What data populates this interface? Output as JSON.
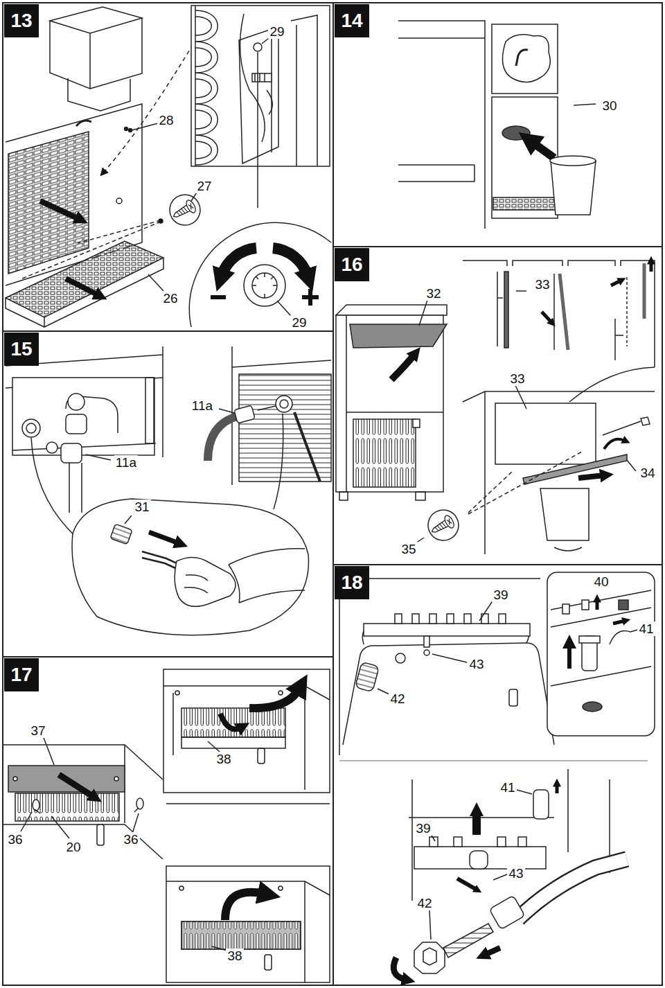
{
  "diagram": {
    "nodes": [
      {
        "text": [
          "13"
        ]
      },
      {
        "text": [
          "14"
        ]
      },
      {
        "text": [
          "15"
        ]
      },
      {
        "text": [
          "16"
        ]
      },
      {
        "text": [
          "17"
        ]
      },
      {
        "text": [
          "18"
        ]
      }
    ],
    "labels": [
      "29",
      "28",
      "27",
      "26",
      "29",
      "30",
      "11a",
      "11a",
      "31",
      "32",
      "33",
      "33",
      "34",
      "35",
      "37",
      "36",
      "20",
      "36",
      "38",
      "38",
      "39",
      "43",
      "42",
      "40",
      "41",
      "41",
      "39",
      "43",
      "42"
    ]
  }
}
